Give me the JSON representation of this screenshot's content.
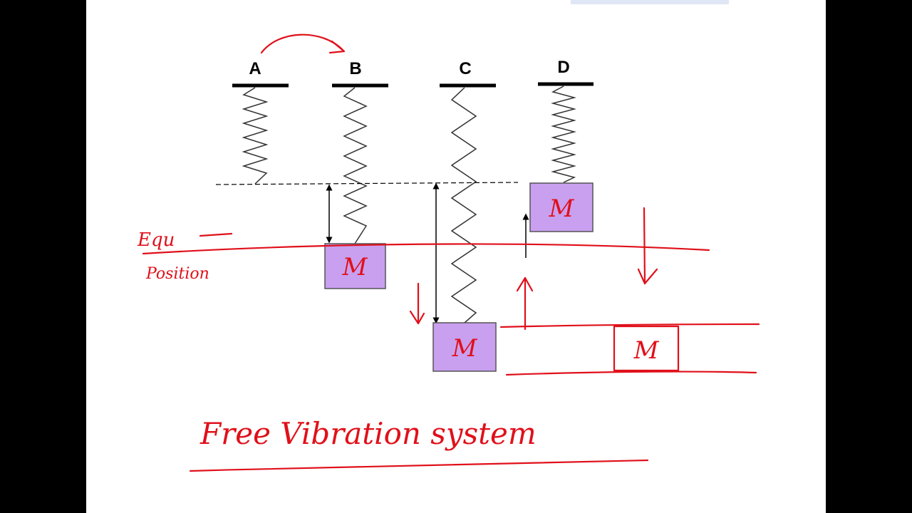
{
  "colors": {
    "ink": "#000000",
    "annotation": "#e0101a",
    "mass_fill": "#c9a0f0",
    "mass_border": "#555555",
    "frame": "#000000",
    "page": "#ffffff"
  },
  "diagram": {
    "spring_labels": [
      "A",
      "B",
      "C",
      "D"
    ],
    "mass_label": "M"
  },
  "annotations": {
    "equilibrium_line1": "Equ",
    "equilibrium_line2": "Position",
    "title": "Free Vibration system"
  }
}
